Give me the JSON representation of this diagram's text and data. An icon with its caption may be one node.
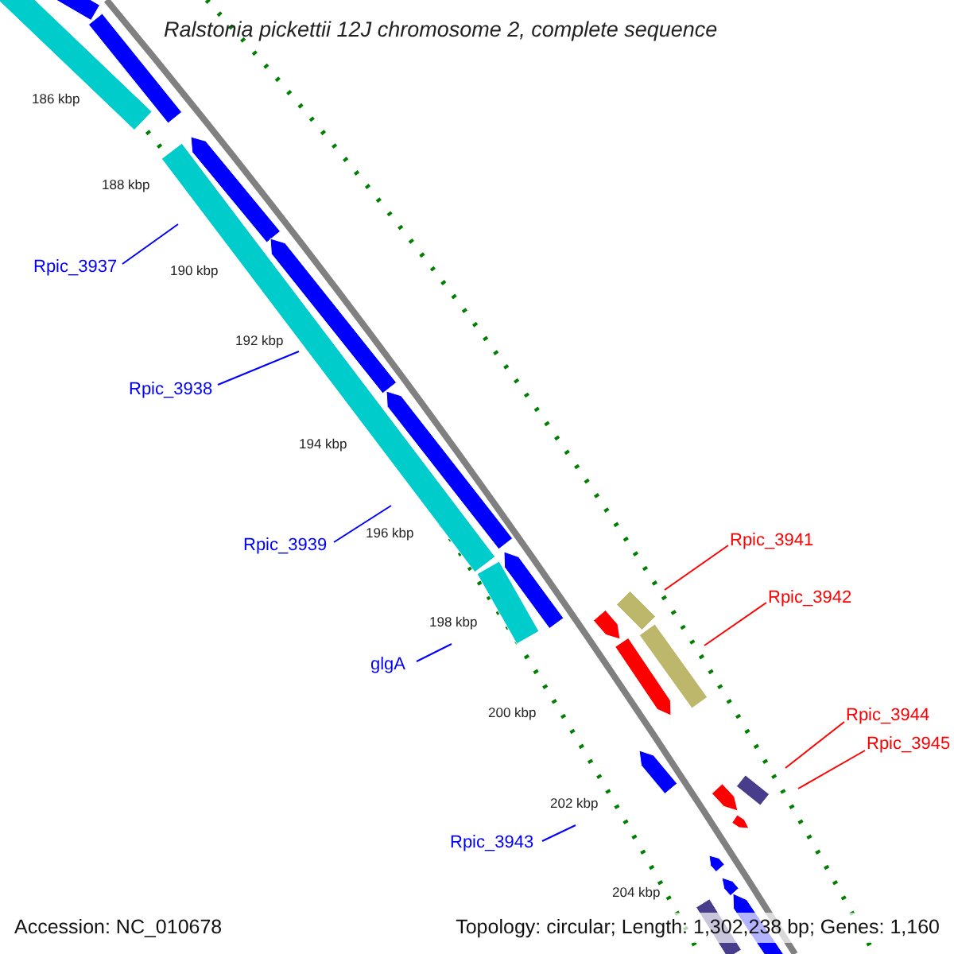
{
  "diagram": {
    "title": "Ralstonia pickettii 12J chromosome 2, complete sequence",
    "nodes": [
      {
        "text": [
          "Rpic_3937"
        ]
      },
      {
        "text": [
          "Rpic_3938"
        ]
      },
      {
        "text": [
          "Rpic_3941"
        ]
      },
      {
        "text": [
          "Rpic_3939"
        ]
      },
      {
        "text": [
          "Rpic_3942"
        ]
      },
      {
        "text": [
          "glgA"
        ]
      },
      {
        "text": [
          "Rpic_3944"
        ]
      },
      {
        "text": [
          "Rpic_3945"
        ]
      },
      {
        "text": [
          "Rpic_3943"
        ]
      }
    ],
    "edges": [
      {
        "from": 0,
        "to": null,
        "arrow": "none"
      },
      {
        "from": 1,
        "to": null,
        "arrow": "none"
      },
      {
        "from": 2,
        "to": null,
        "arrow": "none",
        "color": "#ff0000"
      },
      {
        "from": 3,
        "to": null,
        "arrow": "none"
      },
      {
        "from": 4,
        "to": null,
        "arrow": "none",
        "color": "#ff0000"
      },
      {
        "from": 5,
        "to": null,
        "arrow": "none"
      },
      {
        "from": 6,
        "to": null,
        "arrow": "none",
        "color": "#ff0000"
      },
      {
        "from": 7,
        "to": null,
        "arrow": "none",
        "color": "#ff0000"
      },
      {
        "from": 8,
        "to": null,
        "arrow": "none"
      }
    ],
    "labels": [
      "186 kbp",
      "188 kbp",
      "190 kbp",
      "192 kbp",
      "194 kbp",
      "196 kbp",
      "198 kbp",
      "200 kbp",
      "202 kbp",
      "204 kbp",
      "Accession: NC_010678",
      "Topology: circular; Length: 1,302,238 bp; Genes: 1,160"
    ]
  }
}
